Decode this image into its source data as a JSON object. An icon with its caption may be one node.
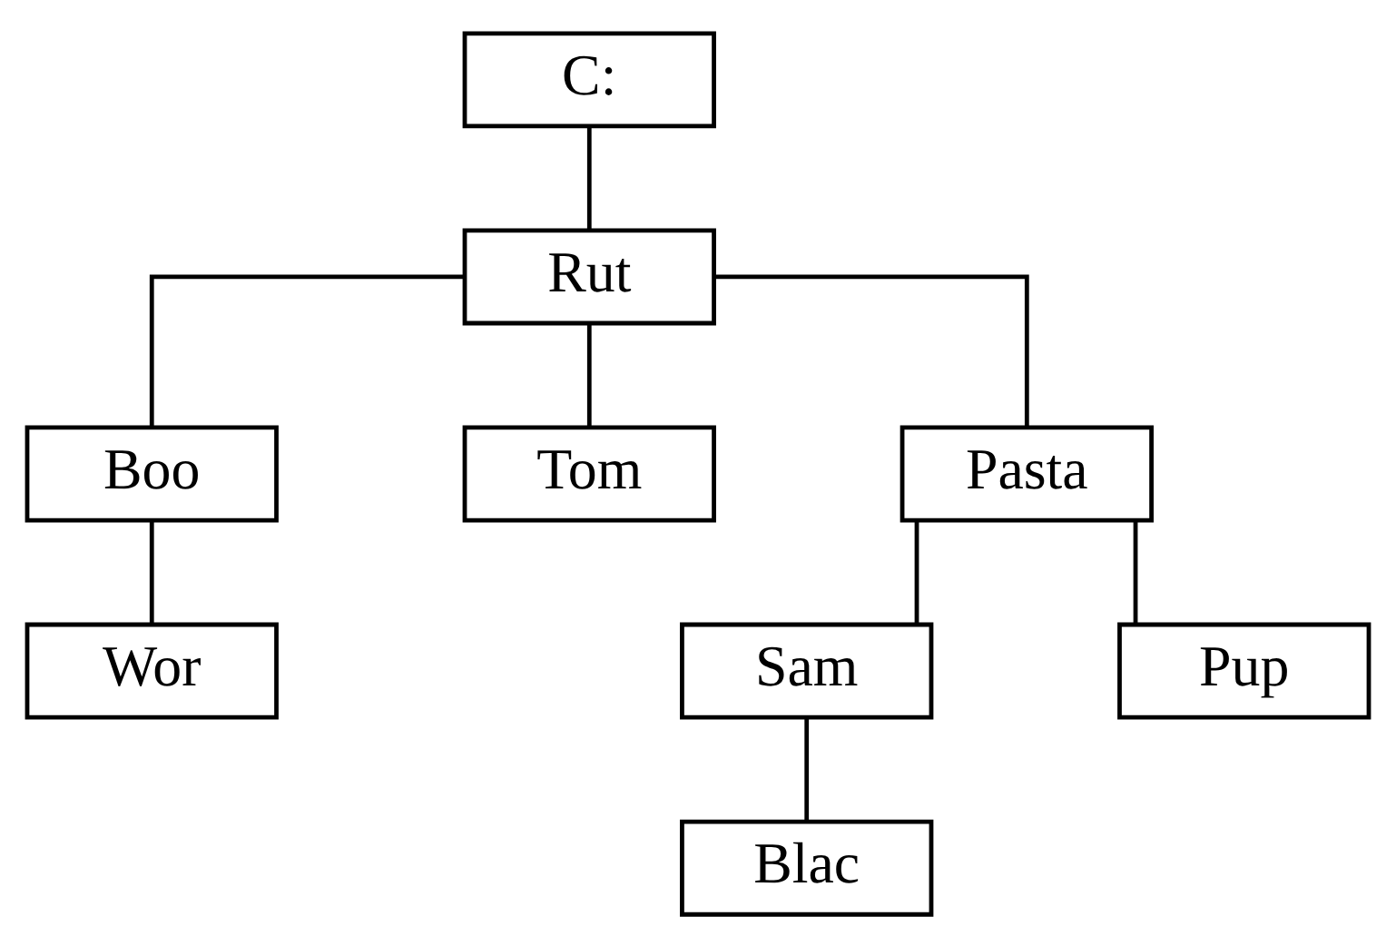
{
  "diagram": {
    "nodes": [
      {
        "text": [
          "C:"
        ]
      },
      {
        "text": [
          "Rut"
        ]
      },
      {
        "text": [
          "Boo"
        ]
      },
      {
        "text": [
          "Tom"
        ]
      },
      {
        "text": [
          "Pasta"
        ]
      },
      {
        "text": [
          "Wor"
        ]
      },
      {
        "text": [
          "Sam"
        ]
      },
      {
        "text": [
          "Pup"
        ]
      },
      {
        "text": [
          "Blac"
        ]
      }
    ],
    "edges": [
      {
        "from": 0,
        "to": 1,
        "arrow": "none"
      },
      {
        "from": 1,
        "to": 2,
        "arrow": "none"
      },
      {
        "from": 1,
        "to": 3,
        "arrow": "none"
      },
      {
        "from": 1,
        "to": 4,
        "arrow": "none"
      },
      {
        "from": 2,
        "to": 5,
        "arrow": "none"
      },
      {
        "from": 4,
        "to": 6,
        "arrow": "none"
      },
      {
        "from": 4,
        "to": 7,
        "arrow": "none"
      },
      {
        "from": 6,
        "to": 8,
        "arrow": "none"
      }
    ]
  }
}
